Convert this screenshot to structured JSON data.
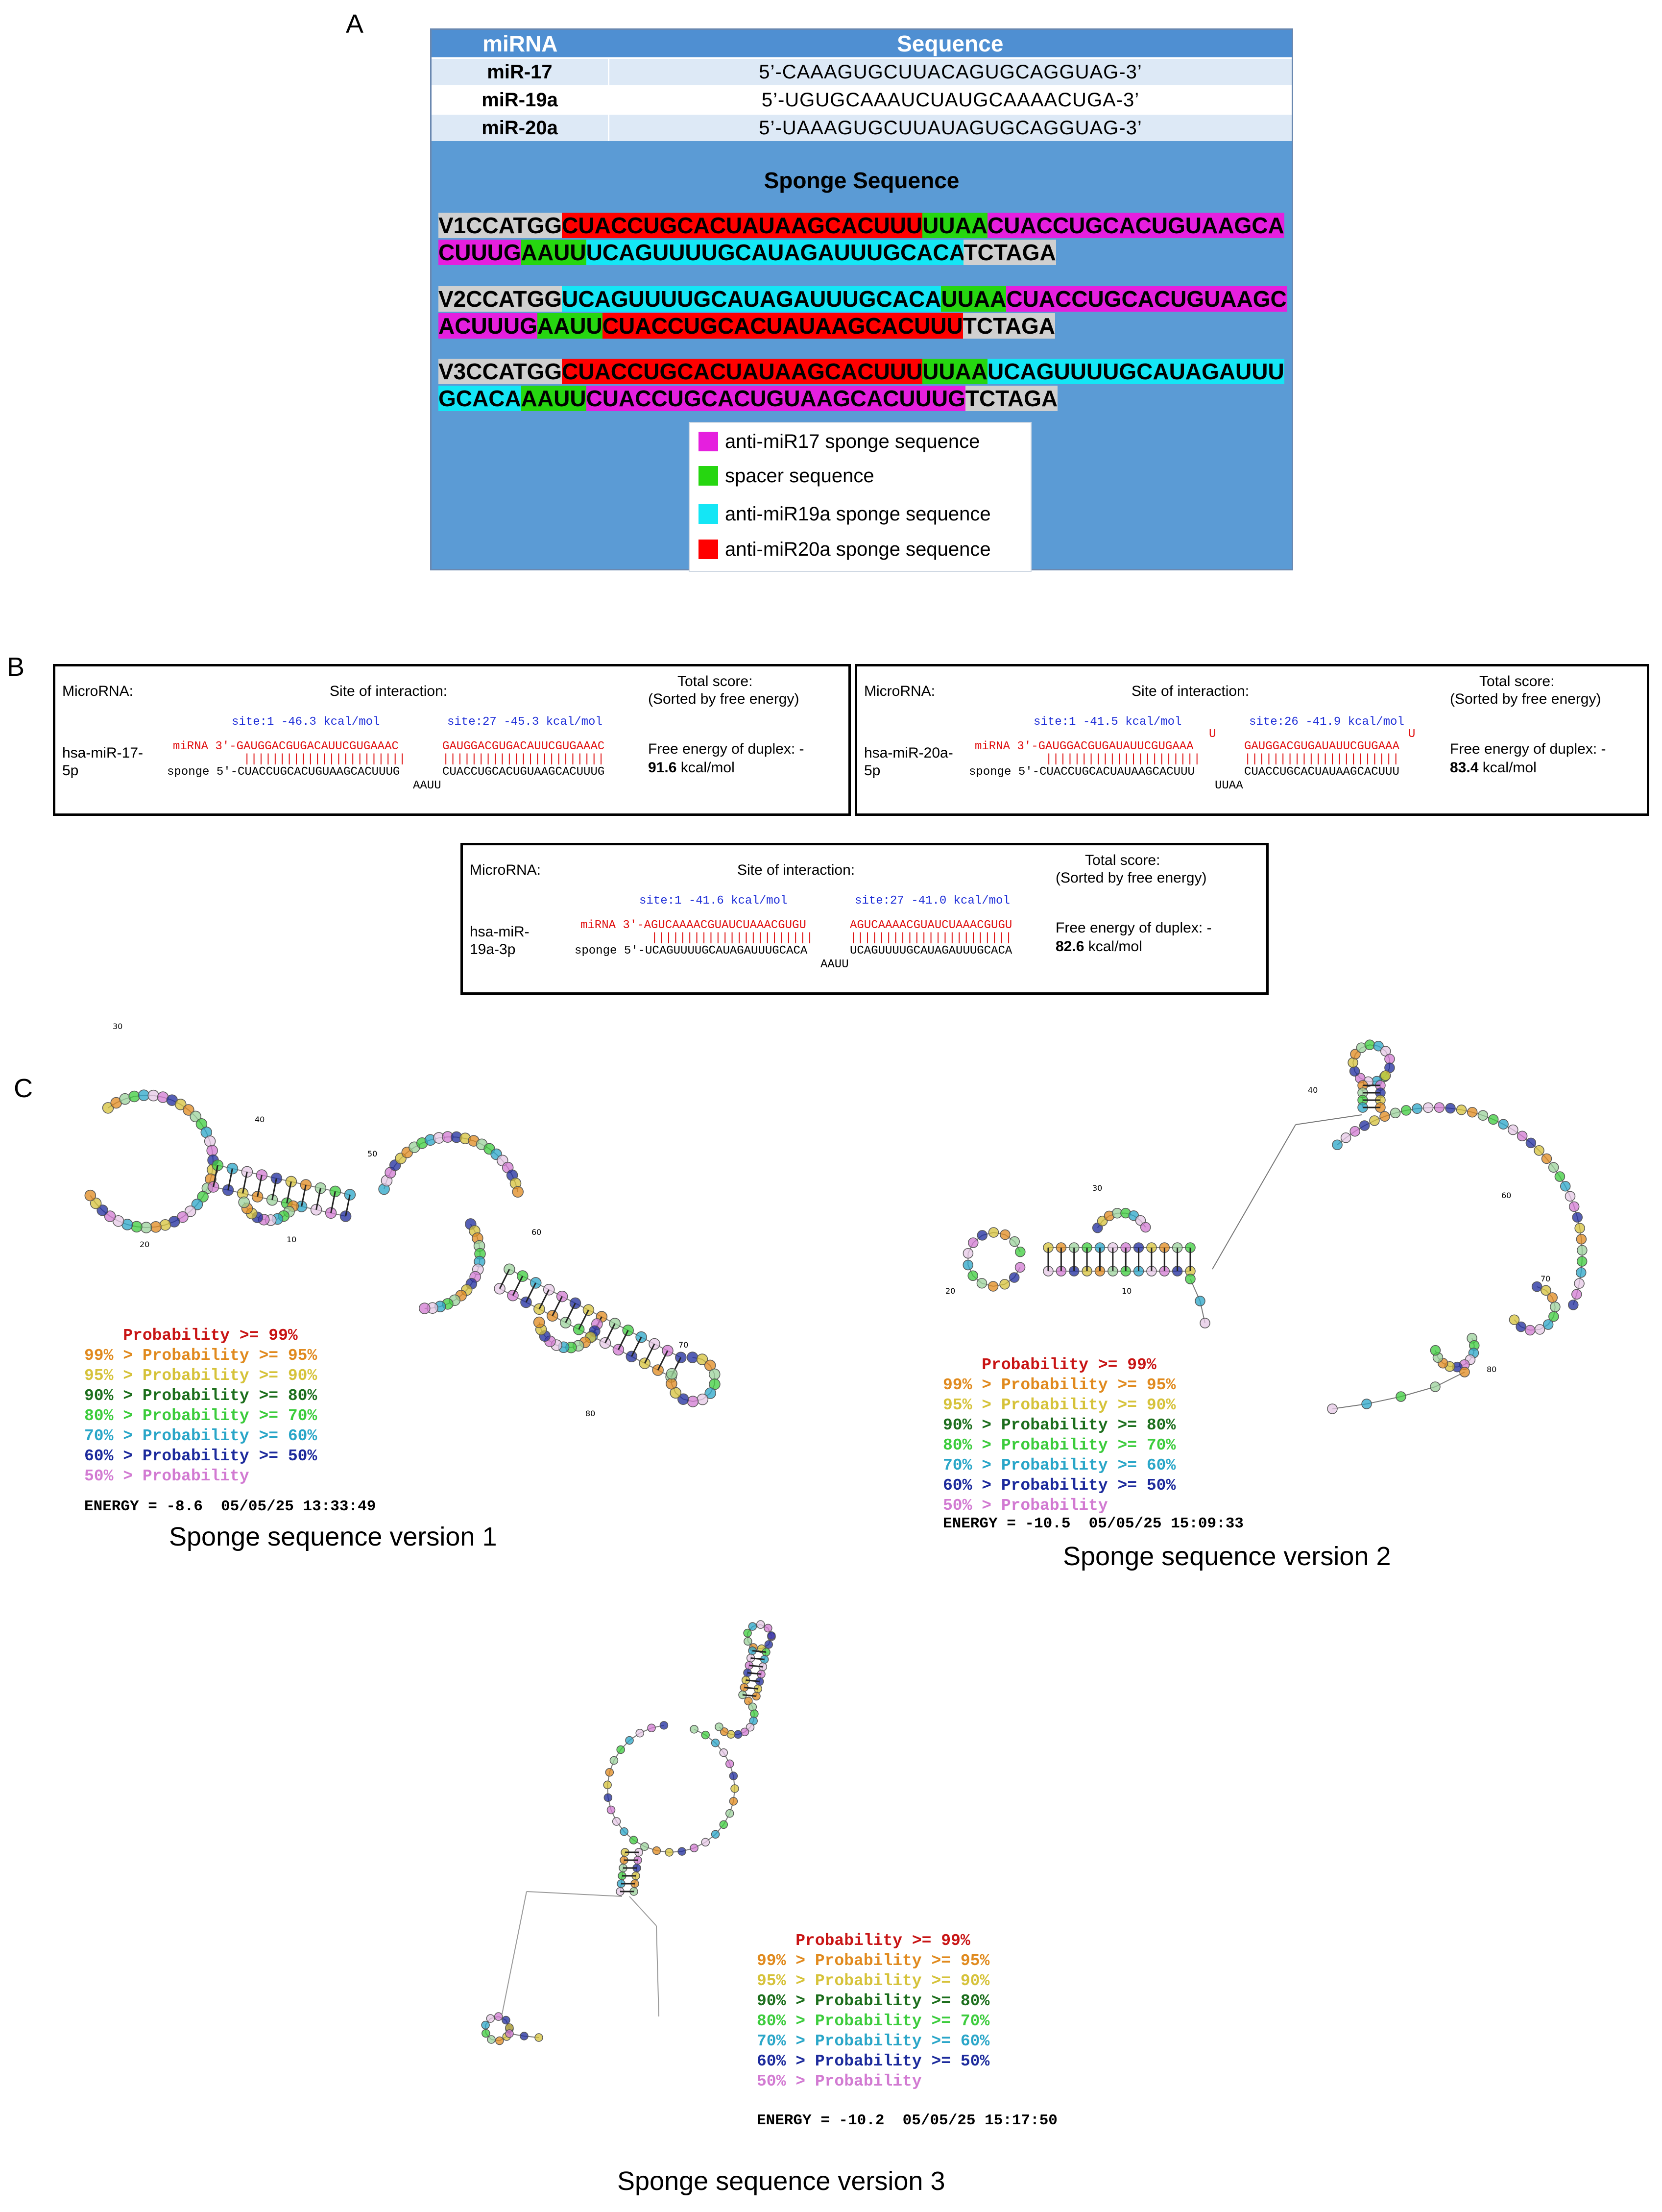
{
  "panels": {
    "a": "A",
    "b": "B",
    "c": "C"
  },
  "panel_a": {
    "table": {
      "headers": [
        "miRNA",
        "Sequence"
      ],
      "rows": [
        {
          "name": "miR-17",
          "seq": "5’-CAAAGUGCUUACAGUGCAGGUAG-3’"
        },
        {
          "name": "miR-19a",
          "seq": "5’-UGUGCAAAUCUAUGCAAAACUGA-3’"
        },
        {
          "name": "miR-20a",
          "seq": "5’-UAAAGUGCUUAUAGUGCAGGUAG-3’"
        }
      ]
    },
    "sponge_title": "Sponge Sequence",
    "sponges": [
      {
        "segments": [
          {
            "text": "V1CCATGG",
            "color": "gray"
          },
          {
            "text": "CUACCUGCACUAUAAGCACUUU",
            "color": "red"
          },
          {
            "text": "UUAA",
            "color": "green"
          },
          {
            "text": "CUACCUGCACUGUAAGCACUUUG",
            "color": "magenta"
          },
          {
            "text": "AAUU",
            "color": "green"
          },
          {
            "text": "UCAGUUUUGCAUAGAUUUGCACA",
            "color": "cyan"
          },
          {
            "text": "TCTAGA",
            "color": "gray"
          }
        ]
      },
      {
        "segments": [
          {
            "text": "V2CCATGG",
            "color": "gray"
          },
          {
            "text": "UCAGUUUUGCAUAGAUUUGCACA",
            "color": "cyan"
          },
          {
            "text": "UUAA",
            "color": "green"
          },
          {
            "text": "CUACCUGCACUGUAAGCACUUUG",
            "color": "magenta"
          },
          {
            "text": "AAUU",
            "color": "green"
          },
          {
            "text": "CUACCUGCACUAUAAGCACUUU",
            "color": "red"
          },
          {
            "text": "TCTAGA",
            "color": "gray"
          }
        ]
      },
      {
        "segments": [
          {
            "text": "V3CCATGG",
            "color": "gray"
          },
          {
            "text": "CUACCUGCACUAUAAGCACUUU",
            "color": "red"
          },
          {
            "text": "UUAA",
            "color": "green"
          },
          {
            "text": "UCAGUUUUGCAUAGAUUUGCACA",
            "color": "cyan"
          },
          {
            "text": "AAUU",
            "color": "green"
          },
          {
            "text": "CUACCUGCACUGUAAGCACUUUG",
            "color": "magenta"
          },
          {
            "text": "TCTAGA",
            "color": "gray"
          }
        ]
      }
    ],
    "legend": [
      {
        "label": "anti-miR17 sponge sequence",
        "color": "#e51fde"
      },
      {
        "label": "spacer sequence",
        "color": "#26d610"
      },
      {
        "label": "anti-miR19a sponge sequence",
        "color": "#14e6f5"
      },
      {
        "label": "anti-miR20a sponge sequence",
        "color": "#ff0000"
      }
    ],
    "colors": {
      "gray": "#d0d0d0",
      "red": "#ff0000",
      "green": "#26d610",
      "magenta": "#e51fde",
      "cyan": "#14e6f5"
    }
  },
  "panel_b": {
    "boxes": [
      {
        "microrna_label": "MicroRNA:",
        "site_label": "Site of interaction:",
        "score_label_1": "Total score:",
        "score_label_2": "(Sorted by free energy)",
        "mirna_name_1": "hsa-miR-17-",
        "mirna_name_2": "5p",
        "site1": "site:1 -46.3 kcal/mol",
        "site2": "site:27 -45.3 kcal/mol",
        "mirna_line_1": "miRNA 3'-GAUGGACGUGACAUUCGUGAAAC",
        "mirna_line_2": "GAUGGACGUGACAUUCGUGAAAC",
        "pairs_1": "|||||||||||||||||||||||",
        "pairs_2": "|||||||||||||||||||||||",
        "sponge_line_1": "sponge 5'-CUACCUGCACUGUAAGCACUUUG",
        "sponge_line_2": "CUACCUGCACUGUAAGCACUUUG",
        "spacer": "AAUU",
        "bulge1": "",
        "bulge2": "",
        "fe_label": "Free energy of duplex: -",
        "fe_value": "91.6",
        "fe_unit": " kcal/mol"
      },
      {
        "microrna_label": "MicroRNA:",
        "site_label": "Site of interaction:",
        "score_label_1": "Total score:",
        "score_label_2": "(Sorted by free energy)",
        "mirna_name_1": "hsa-miR-20a-",
        "mirna_name_2": "5p",
        "site1": "site:1 -41.5 kcal/mol",
        "site2": "site:26 -41.9 kcal/mol",
        "mirna_line_1": "miRNA 3'-GAUGGACGUGAUAUUCGUGAAA",
        "mirna_line_2": "GAUGGACGUGAUAUUCGUGAAA",
        "pairs_1": "||||||||||||||||||||||",
        "pairs_2": "||||||||||||||||||||||",
        "sponge_line_1": "sponge 5'-CUACCUGCACUAUAAGCACUUU",
        "sponge_line_2": "CUACCUGCACUAUAAGCACUUU",
        "spacer": "UUAA",
        "bulge1": "U",
        "bulge2": "U",
        "fe_label": "Free energy of duplex: -",
        "fe_value": "83.4",
        "fe_unit": " kcal/mol"
      },
      {
        "microrna_label": "MicroRNA:",
        "site_label": "Site of interaction:",
        "score_label_1": "Total score:",
        "score_label_2": "(Sorted by free energy)",
        "mirna_name_1": "hsa-miR-",
        "mirna_name_2": "19a-3p",
        "site1": "site:1 -41.6 kcal/mol",
        "site2": "site:27 -41.0 kcal/mol",
        "mirna_line_1": "miRNA 3'-AGUCAAAACGUAUCUAAACGUGU",
        "mirna_line_2": "AGUCAAAACGUAUCUAAACGUGU",
        "pairs_1": "|||||||||||||||||||||||",
        "pairs_2": "|||||||||||||||||||||||",
        "sponge_line_1": "sponge 5'-UCAGUUUUGCAUAGAUUUGCACA",
        "sponge_line_2": "UCAGUUUUGCAUAGAUUUGCACA",
        "spacer": "AAUU",
        "bulge1": "",
        "bulge2": "",
        "fe_label": "Free energy of duplex: -",
        "fe_value": "82.6",
        "fe_unit": " kcal/mol"
      }
    ]
  },
  "panel_c": {
    "prob_legend": [
      {
        "text": "    Probability >= 99%",
        "color": "#c81414"
      },
      {
        "text": "99% > Probability >= 95%",
        "color": "#e08a1e"
      },
      {
        "text": "95% > Probability >= 90%",
        "color": "#d6c23a"
      },
      {
        "text": "90% > Probability >= 80%",
        "color": "#1c6e1c"
      },
      {
        "text": "80% > Probability >= 70%",
        "color": "#3ccc3c"
      },
      {
        "text": "70% > Probability >= 60%",
        "color": "#2aa6c8"
      },
      {
        "text": "60% > Probability >= 50%",
        "color": "#1c2a9c"
      },
      {
        "text": "50% > Probability",
        "color": "#d27ad2"
      }
    ],
    "structures": [
      {
        "energy": "ENERGY = -8.6  05/05/25 13:33:49",
        "caption": "Sponge sequence version 1",
        "labels": [
          "30",
          "40",
          "50",
          "20",
          "10",
          "60",
          "70",
          "80"
        ]
      },
      {
        "energy": "ENERGY = -10.5  05/05/25 15:09:33",
        "caption": "Sponge sequence version 2",
        "labels": [
          "40",
          "30",
          "60",
          "20",
          "10",
          "70",
          "80"
        ]
      },
      {
        "energy": "ENERGY = -10.2  05/05/25 15:17:50",
        "caption": "Sponge sequence version 3",
        "labels": []
      }
    ]
  }
}
